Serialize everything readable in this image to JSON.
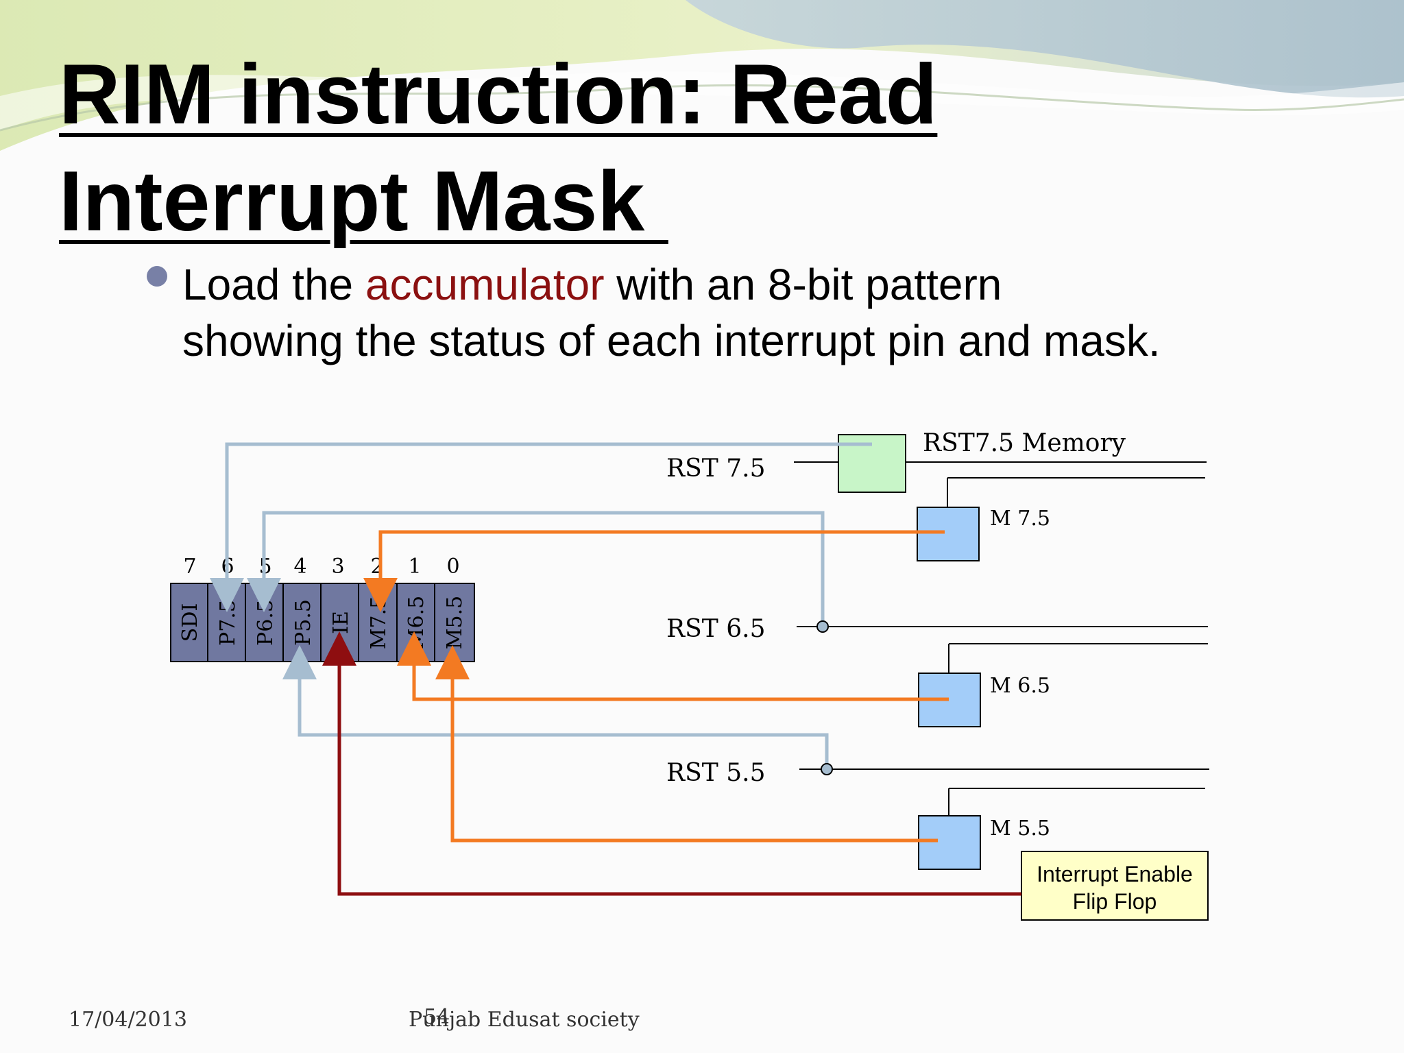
{
  "title": {
    "line1": "RIM instruction: Read",
    "line2": "Interrupt Mask "
  },
  "bullet": {
    "pre": "Load the ",
    "highlight": "accumulator",
    "post": " with an 8-bit pattern showing the status of each interrupt pin and mask.",
    "highlight_color": "#8b1010"
  },
  "diagram": {
    "bit_numbers": [
      "7",
      "6",
      "5",
      "4",
      "3",
      "2",
      "1",
      "0"
    ],
    "register_bits": [
      "SDI",
      "P7.5",
      "P6.5",
      "P5.5",
      "IE",
      "M7.5",
      "M6.5",
      "M5.5"
    ],
    "rst_labels": {
      "rst75": "RST 7.5",
      "rst65": "RST 6.5",
      "rst55": "RST 5.5"
    },
    "memory_label": "RST7.5 Memory",
    "mask_labels": {
      "m75": "M 7.5",
      "m65": "M 6.5",
      "m55": "M 5.5"
    },
    "flipflop_label": {
      "line1": "Interrupt Enable",
      "line2": "Flip Flop"
    },
    "colors": {
      "register_fill": "#7078a0",
      "memory_fill": "#c8f5c8",
      "mask_fill": "#a3cdf9",
      "flipflop_fill": "#ffffc8",
      "pending_line": "#a6bdd0",
      "mask_line": "#f37a22",
      "enable_line": "#8e0e10"
    }
  },
  "footer": {
    "date": "17/04/2013",
    "page": "54",
    "org": "Punjab Edusat society"
  }
}
